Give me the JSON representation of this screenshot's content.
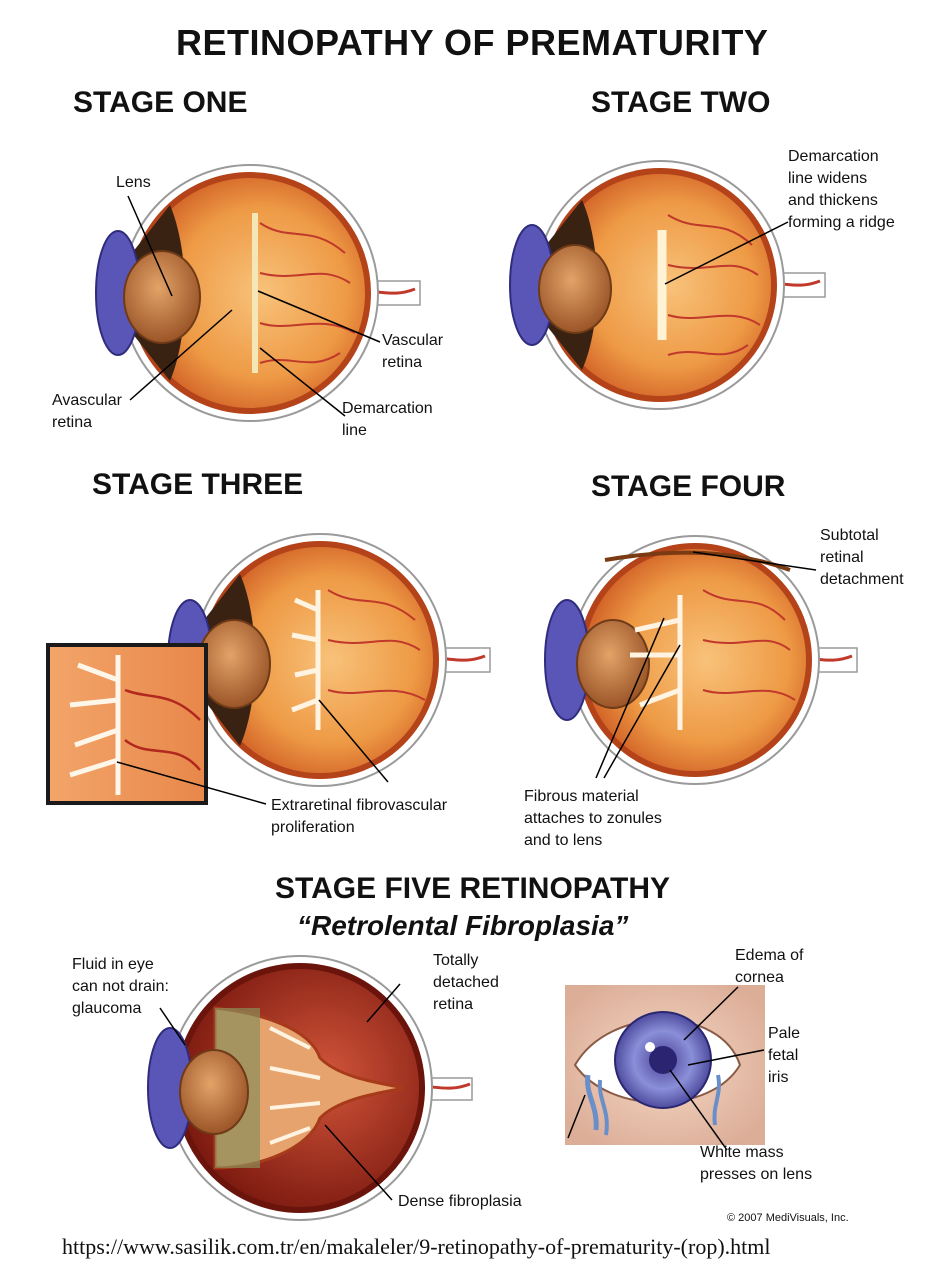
{
  "title": "RETINOPATHY OF PREMATURITY",
  "stage1": {
    "heading": "STAGE ONE",
    "lens": "Lens",
    "avascular": "Avascular\nretina",
    "vascular": "Vascular\nretina",
    "demarcation": "Demarcation\nline"
  },
  "stage2": {
    "heading": "STAGE TWO",
    "ridge": "Demarcation\nline widens\nand thickens\nforming a ridge"
  },
  "stage3": {
    "heading": "STAGE THREE",
    "extraretinal": "Extraretinal fibrovascular\nproliferation"
  },
  "stage4": {
    "heading": "STAGE FOUR",
    "subtotal": "Subtotal\nretinal\ndetachment",
    "fibrous": "Fibrous material\nattaches to zonules\nand to lens"
  },
  "stage5": {
    "heading": "STAGE FIVE RETINOPATHY",
    "subtitle": "“Retrolental Fibroplasia”",
    "fluid": "Fluid in eye\ncan not drain:\nglaucoma",
    "detached": "Totally\ndetached\nretina",
    "dense": "Dense fibroplasia",
    "edema": "Edema of\ncornea",
    "pale": "Pale\nfetal\niris",
    "white": "White mass\npresses on lens"
  },
  "copyright": "© 2007 MediVisuals, Inc.",
  "url": "https://www.sasilik.com.tr/en/makaleler/9-retinopathy-of-prematurity-(rop).html"
}
